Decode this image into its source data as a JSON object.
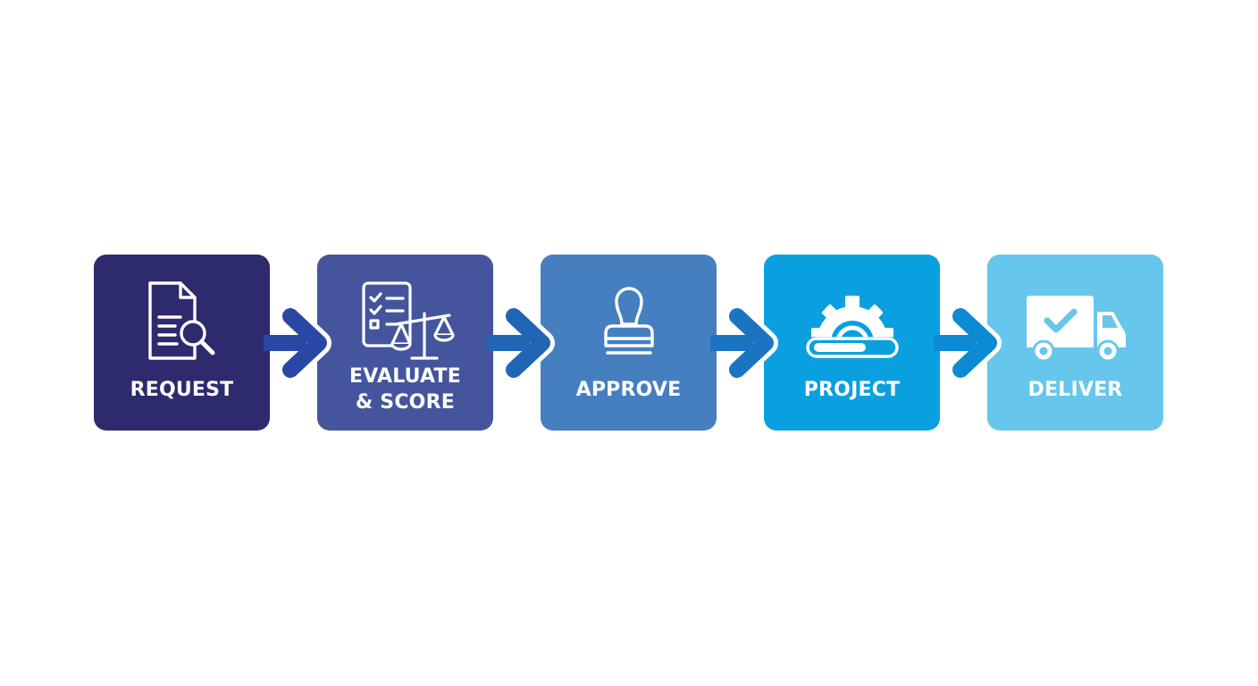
{
  "diagram": {
    "type": "process-flow",
    "direction": "left-to-right",
    "steps": [
      {
        "id": "request",
        "label_lines": [
          "REQUEST"
        ],
        "icon": "document-search-icon",
        "color": "#2e2a6e"
      },
      {
        "id": "evaluate",
        "label_lines": [
          "EVALUATE",
          "& SCORE"
        ],
        "icon": "checklist-scales-icon",
        "color": "#44559e"
      },
      {
        "id": "approve",
        "label_lines": [
          "APPROVE"
        ],
        "icon": "rubber-stamp-icon",
        "color": "#457fbf"
      },
      {
        "id": "project",
        "label_lines": [
          "PROJECT"
        ],
        "icon": "gear-progress-icon",
        "color": "#0aa0e0"
      },
      {
        "id": "deliver",
        "label_lines": [
          "DELIVER"
        ],
        "icon": "delivery-truck-check-icon",
        "color": "#66c6ec"
      }
    ],
    "arrows": [
      {
        "from": "request",
        "to": "evaluate",
        "icon": "arrow-right-icon",
        "color": "#2a47a6"
      },
      {
        "from": "evaluate",
        "to": "approve",
        "icon": "arrow-right-icon",
        "color": "#2066b5"
      },
      {
        "from": "approve",
        "to": "project",
        "icon": "arrow-right-icon",
        "color": "#1a74c2"
      },
      {
        "from": "project",
        "to": "deliver",
        "icon": "arrow-right-icon",
        "color": "#0c8ad3"
      }
    ]
  }
}
